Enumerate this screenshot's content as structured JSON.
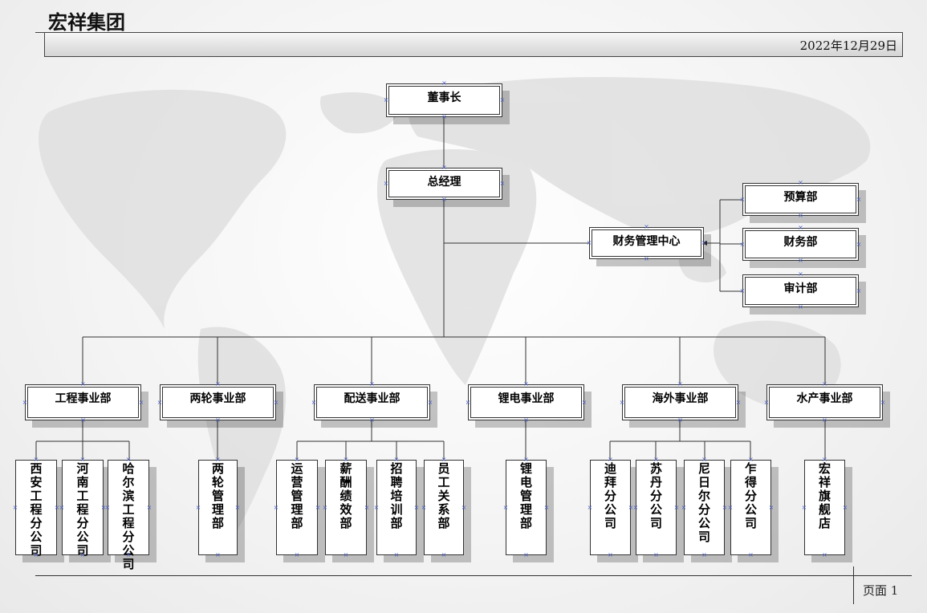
{
  "header": {
    "company": "宏祥集团",
    "date": "2022年12月29日"
  },
  "footer": {
    "page_label": "页面 1"
  },
  "org": {
    "chairman": "董事长",
    "gm": "总经理",
    "finance_center": "财务管理中心",
    "finance_depts": [
      "预算部",
      "财务部",
      "审计部"
    ],
    "divisions": [
      {
        "name": "工程事业部",
        "subs": [
          "西安工程分公司",
          "河南工程分公司",
          "哈尔滨工程分公司"
        ]
      },
      {
        "name": "两轮事业部",
        "subs": [
          "两轮管理部"
        ]
      },
      {
        "name": "配送事业部",
        "subs": [
          "运营管理部",
          "薪酬绩效部",
          "招聘培训部",
          "员工关系部"
        ]
      },
      {
        "name": "锂电事业部",
        "subs": [
          "锂电管理部"
        ]
      },
      {
        "name": "海外事业部",
        "subs": [
          "迪拜分公司",
          "苏丹分公司",
          "尼日尔分公司",
          "乍得分公司"
        ]
      },
      {
        "name": "水产事业部",
        "subs": [
          "宏祥旗舰店"
        ]
      }
    ]
  }
}
